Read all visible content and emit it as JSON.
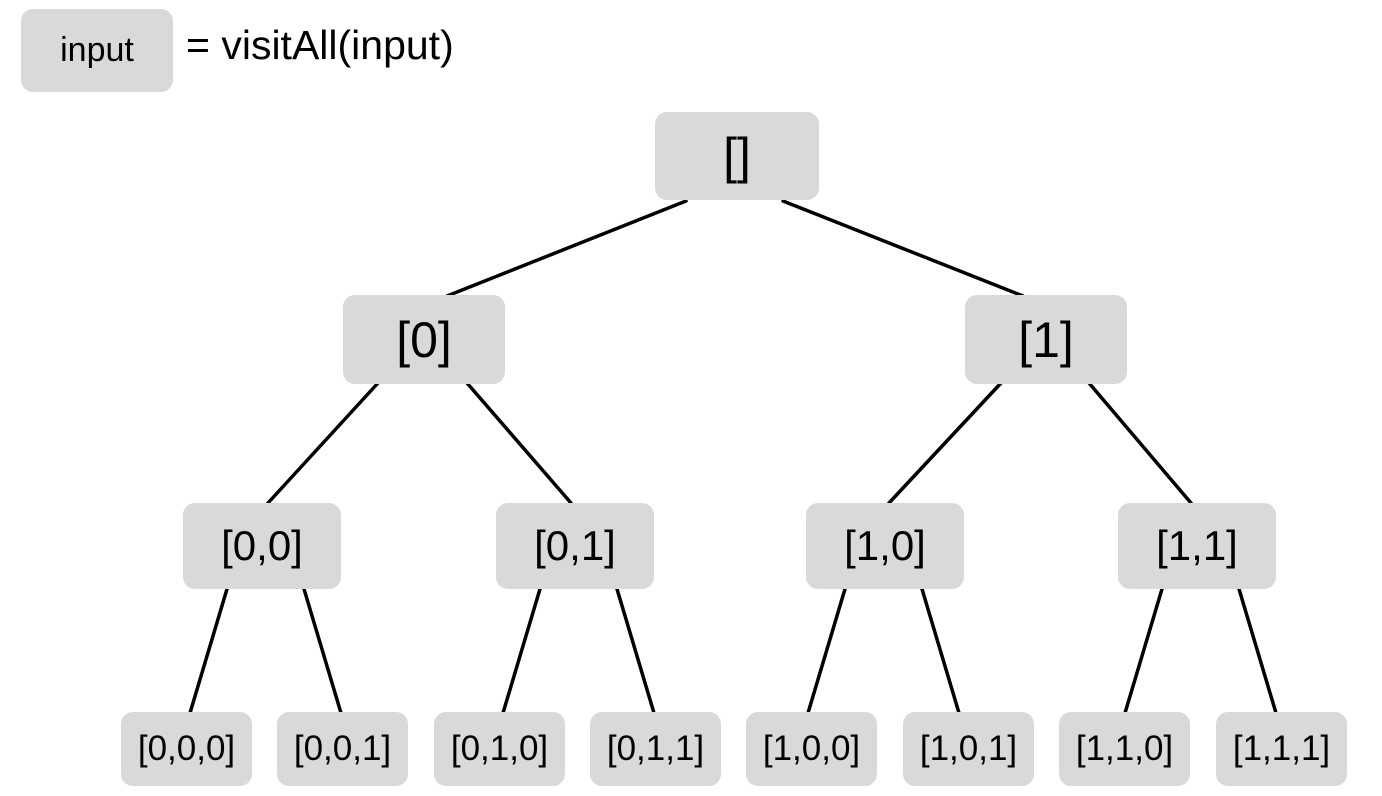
{
  "legend": {
    "box_label": "input",
    "formula": "= visitAll(input)"
  },
  "tree": {
    "root": "[]",
    "level1": [
      "[0]",
      "[1]"
    ],
    "level2": [
      "[0,0]",
      "[0,1]",
      "[1,0]",
      "[1,1]"
    ],
    "level3": [
      "[0,0,0]",
      "[0,0,1]",
      "[0,1,0]",
      "[0,1,1]",
      "[1,0,0]",
      "[1,0,1]",
      "[1,1,0]",
      "[1,1,1]"
    ]
  },
  "colors": {
    "node_fill": "#d9d9d9",
    "edge": "#000000",
    "text": "#000000"
  }
}
